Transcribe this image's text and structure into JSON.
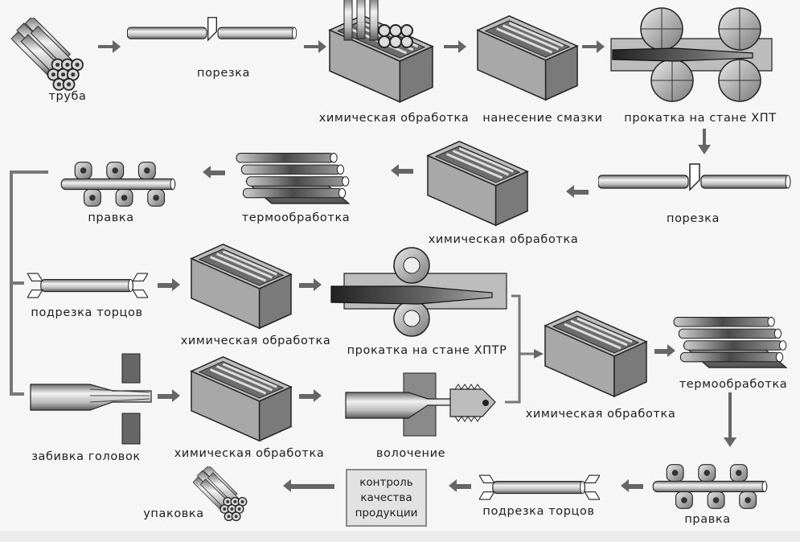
{
  "steps": {
    "tube": "труба",
    "cutting_1": "порезка",
    "chem_1": "химическая обработка",
    "lubrication": "нанесение смазки",
    "rolling_hpt": "прокатка на стане ХПТ",
    "cutting_2": "порезка",
    "chem_2": "химическая обработка",
    "heat_1": "термообработка",
    "straightening_1": "правка",
    "end_trim_1": "подрезка торцов",
    "chem_3": "химическая обработка",
    "rolling_hptr": "прокатка на стане ХПТР",
    "heading": "забивка головок",
    "chem_4": "химическая обработка",
    "drawing": "волочение",
    "chem_5": "химическая обработка",
    "heat_2": "термообработка",
    "straightening_2": "правка",
    "end_trim_2": "подрезка торцов",
    "quality": [
      "контроль",
      "качества",
      "продукции"
    ],
    "packing": "упаковка"
  }
}
